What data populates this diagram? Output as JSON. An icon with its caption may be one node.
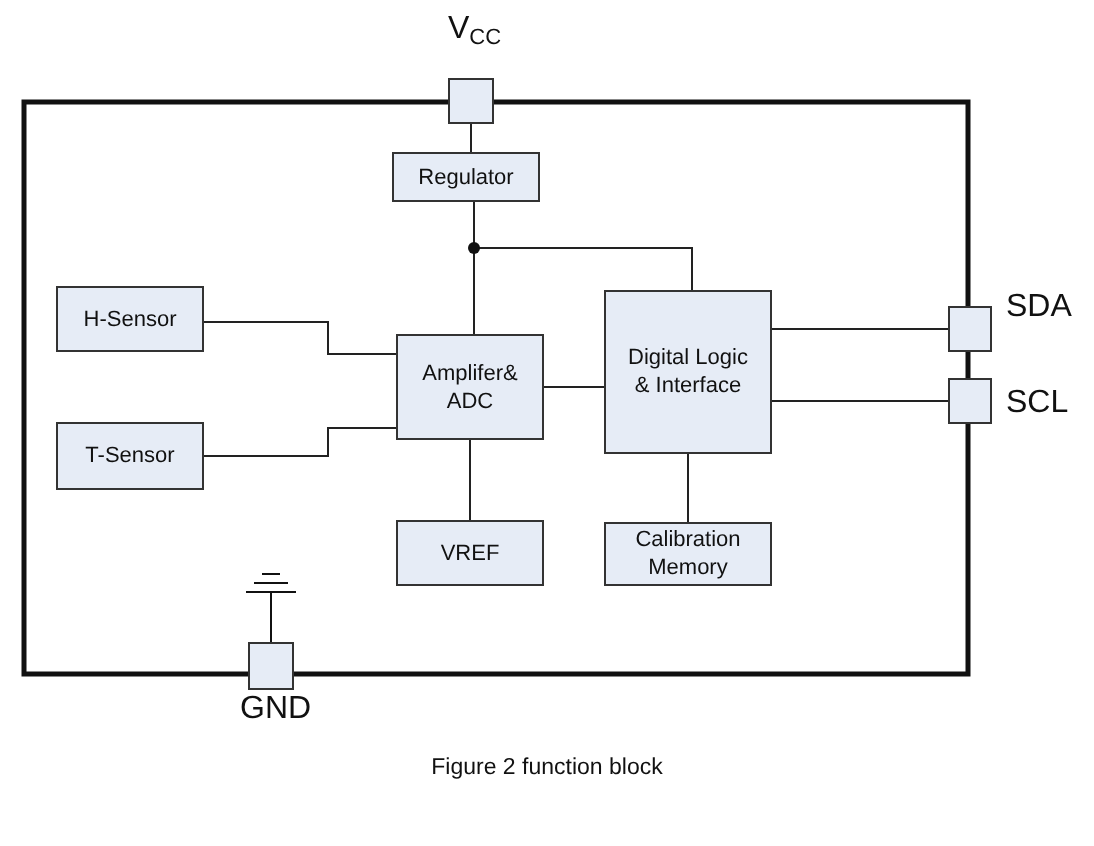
{
  "diagram": {
    "caption": "Figure 2 function block",
    "nodes": [
      {
        "text": [],
        "shape": "box",
        "beside": [
          "V$_{CC}$"
        ]
      },
      {
        "text": [
          "Regulator"
        ]
      },
      {
        "text": [
          "H-Sensor"
        ]
      },
      {
        "text": [
          "Amplifer& ADC"
        ]
      },
      {
        "text": [
          "Digital Logic & Interface"
        ]
      },
      {
        "text": [
          "T-Sensor"
        ]
      },
      {
        "text": [
          "VREF"
        ]
      },
      {
        "text": [
          "Calibration Memory"
        ]
      },
      {
        "text": [],
        "shape": "box",
        "beside": [
          "SDA"
        ]
      },
      {
        "text": [],
        "shape": "box",
        "beside": [
          "SCL"
        ]
      },
      {
        "text": [],
        "shape": "box",
        "beside": [
          "GND"
        ]
      }
    ],
    "edges": [
      {
        "from": 0,
        "to": 1,
        "arrow": "none"
      },
      {
        "from": 1,
        "to": 3,
        "arrow": "none"
      },
      {
        "from": 1,
        "to": 4,
        "arrow": "none"
      },
      {
        "from": 2,
        "to": 3,
        "arrow": "none"
      },
      {
        "from": 5,
        "to": 3,
        "arrow": "none"
      },
      {
        "from": 3,
        "to": 4,
        "arrow": "none"
      },
      {
        "from": 3,
        "to": 6,
        "arrow": "none"
      },
      {
        "from": 4,
        "to": 7,
        "arrow": "none"
      },
      {
        "from": 4,
        "to": 8,
        "arrow": "none"
      },
      {
        "from": 4,
        "to": 9,
        "arrow": "none"
      }
    ]
  }
}
